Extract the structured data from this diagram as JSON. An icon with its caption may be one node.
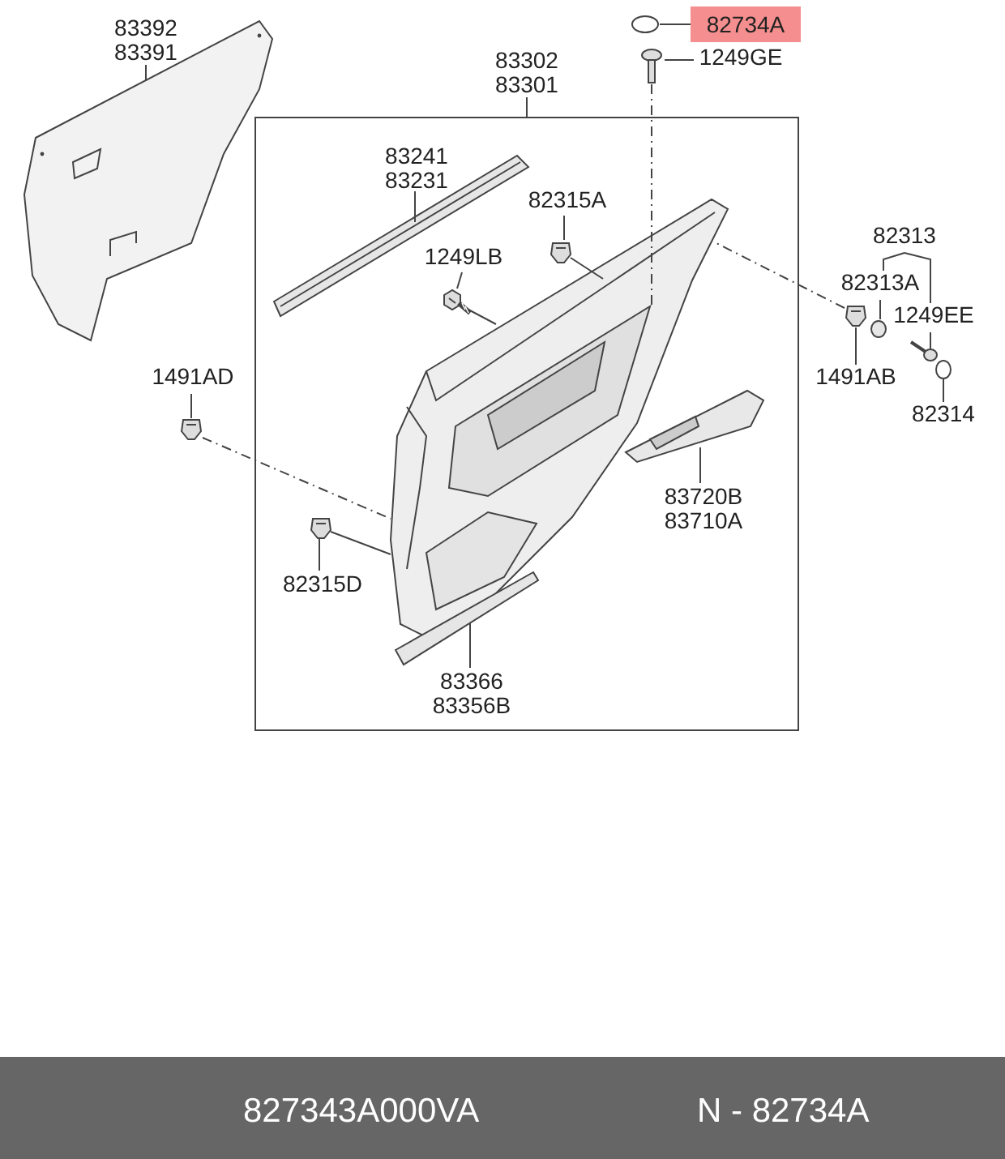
{
  "diagram": {
    "nodes": [
      {
        "text": [
          "83392 83391"
        ]
      },
      {
        "text": [],
        "shape": "picture"
      },
      {
        "text": [
          "82734A"
        ]
      },
      {
        "text": [],
        "shape": "circle"
      },
      {
        "text": [
          "1249GE"
        ]
      },
      {
        "text": [],
        "shape": "picture"
      },
      {
        "text": [
          "83302 83301"
        ]
      },
      {
        "text": [],
        "shape": "box"
      },
      {
        "text": [
          "83241 83231"
        ],
        "in": 7
      },
      {
        "text": [],
        "shape": "picture",
        "in": 7
      },
      {
        "text": [
          "82315A"
        ],
        "in": 7
      },
      {
        "text": [],
        "shape": "picture",
        "in": 7
      },
      {
        "text": [
          "1249LB"
        ],
        "in": 7
      },
      {
        "text": [],
        "shape": "picture",
        "in": 7
      },
      {
        "text": [],
        "shape": "picture",
        "in": 7
      },
      {
        "text": [
          "83720B 83710A"
        ],
        "in": 7
      },
      {
        "text": [],
        "shape": "picture",
        "in": 7
      },
      {
        "text": [
          "82315D"
        ],
        "in": 7
      },
      {
        "text": [],
        "shape": "picture",
        "in": 7
      },
      {
        "text": [
          "83366 83356B"
        ],
        "in": 7
      },
      {
        "text": [],
        "shape": "picture",
        "in": 7
      },
      {
        "text": [
          "1491AD"
        ]
      },
      {
        "text": [],
        "shape": "picture"
      },
      {
        "text": [
          "82313"
        ]
      },
      {
        "text": [
          "82313A"
        ]
      },
      {
        "text": [],
        "shape": "circle"
      },
      {
        "text": [
          "1249EE"
        ]
      },
      {
        "text": [],
        "shape": "picture"
      },
      {
        "text": [
          "1491AB"
        ]
      },
      {
        "text": [],
        "shape": "picture"
      },
      {
        "text": [
          "82314"
        ]
      },
      {
        "text": [],
        "shape": "circle"
      }
    ],
    "edges": [
      {
        "from": 0,
        "to": 1,
        "arrow": "none"
      },
      {
        "from": 2,
        "to": 3,
        "arrow": "none"
      },
      {
        "from": 4,
        "to": 5,
        "arrow": "none"
      },
      {
        "from": 6,
        "to": 7,
        "arrow": "none"
      },
      {
        "from": 8,
        "to": 9,
        "arrow": "none"
      },
      {
        "from": 10,
        "to": 11,
        "arrow": "none"
      },
      {
        "from": 11,
        "to": 14,
        "arrow": "none"
      },
      {
        "from": 12,
        "to": 13,
        "arrow": "none"
      },
      {
        "from": 13,
        "to": 14,
        "arrow": "none"
      },
      {
        "from": 15,
        "to": 16,
        "arrow": "none"
      },
      {
        "from": 17,
        "to": 18,
        "arrow": "none"
      },
      {
        "from": 18,
        "to": 14,
        "arrow": "none"
      },
      {
        "from": 19,
        "to": 20,
        "arrow": "none"
      },
      {
        "from": 21,
        "to": 22,
        "arrow": "none"
      },
      {
        "from": 22,
        "to": 14,
        "arrow": "none",
        "style": "dashed"
      },
      {
        "from": 23,
        "to": 24,
        "arrow": "none"
      },
      {
        "from": 23,
        "to": 26,
        "arrow": "none"
      },
      {
        "from": 24,
        "to": 25,
        "arrow": "none"
      },
      {
        "from": 26,
        "to": 27,
        "arrow": "none"
      },
      {
        "from": 28,
        "to": 29,
        "arrow": "none"
      },
      {
        "from": 29,
        "to": 14,
        "arrow": "none",
        "style": "dashed"
      },
      {
        "from": 30,
        "to": 31,
        "arrow": "none"
      },
      {
        "from": 5,
        "to": 14,
        "arrow": "none",
        "style": "dashed"
      }
    ],
    "labels": [
      "827343A000VA",
      "N - 82734A"
    ]
  }
}
